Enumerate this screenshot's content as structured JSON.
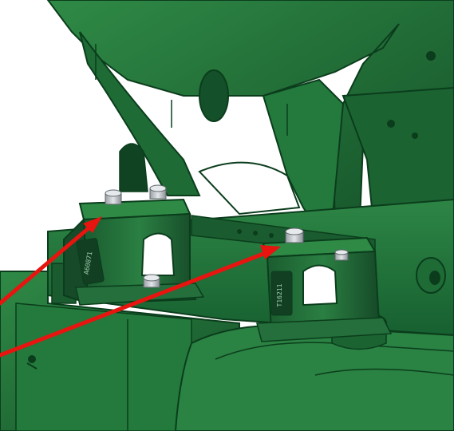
{
  "scene": {
    "colors": {
      "background": "#ffffff",
      "green_dark": "#0b3d1c",
      "green_mid": "#1f6a34",
      "green_light": "#2f8a46",
      "green_highlight": "#3fa35a",
      "metal": "#c8ccd0",
      "metal_dark": "#8a9096",
      "arrow_red": "#e8140f"
    },
    "labels": {
      "left_mount_text": "A60871",
      "right_mount_text": "T16211"
    },
    "annotations": [
      {
        "kind": "arrow",
        "points_to": "left-mount-bolt",
        "color": "#e8140f"
      },
      {
        "kind": "arrow",
        "points_to": "right-mount-bolt",
        "color": "#e8140f"
      }
    ]
  }
}
